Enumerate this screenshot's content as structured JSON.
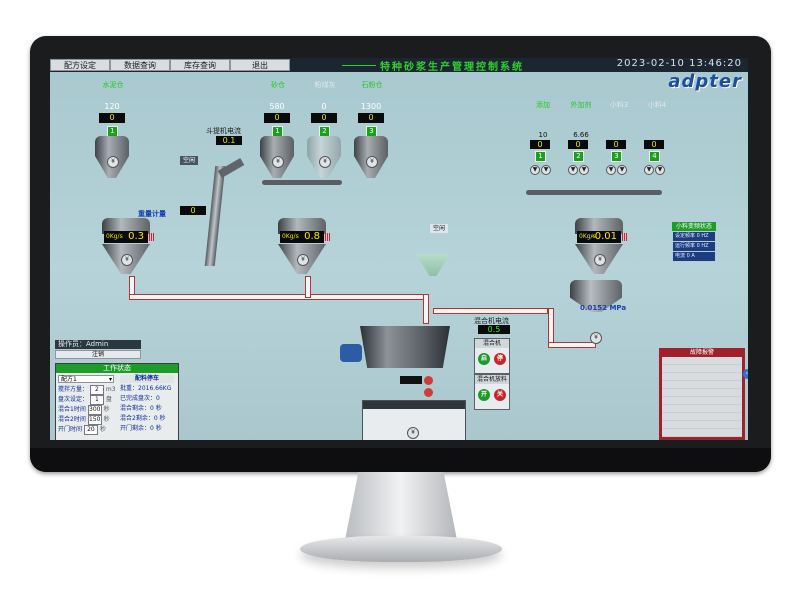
{
  "menu": [
    "配方设定",
    "数据查询",
    "库存查询",
    "退出"
  ],
  "header": {
    "system_title": "特种砂浆生产管理控制系统",
    "datetime": "2023-02-10 13:46:20",
    "logo": "adpter"
  },
  "silos_top": [
    {
      "label": "水泥仓",
      "value": "120",
      "reading": "0",
      "index": "1"
    },
    {
      "label": "砂仓",
      "value": "580",
      "reading": "0",
      "index": "1"
    },
    {
      "label": "粉煤灰",
      "value": "0",
      "reading": "0",
      "index": "2"
    },
    {
      "label": "石粉仓",
      "value": "1300",
      "reading": "0",
      "index": "3"
    }
  ],
  "small_silos": [
    {
      "label": "添加",
      "value": "10",
      "reading": "0",
      "index": "1"
    },
    {
      "label": "外加剂",
      "value": "6.66",
      "reading": "0",
      "index": "2"
    },
    {
      "label": "小料3",
      "value": "",
      "reading": "0",
      "index": "3"
    },
    {
      "label": "小料4",
      "value": "",
      "reading": "0",
      "index": "4"
    }
  ],
  "elevator": {
    "label": "斗提机电流",
    "value": "0.1"
  },
  "status_idle": "空闲",
  "small_display": "0",
  "weigh_label": "重量计量",
  "hoppers": [
    {
      "unit": "0Kg/s",
      "value": "0.3"
    },
    {
      "unit": "0Kg/s",
      "value": "0.8"
    },
    {
      "unit": "0Kg/s",
      "value": "-0.01"
    }
  ],
  "pressure": "0.0152 MPa",
  "mixer": {
    "current_label": "混合机电流",
    "current_value": "0.5",
    "mixer_ctrl_title": "混合机",
    "start": "启",
    "stop": "停",
    "discharge_title": "混合机放料",
    "open": "开",
    "close": "关"
  },
  "operator": "操作员：Admin",
  "logout": "注销",
  "work": {
    "title": "工作状态",
    "recipe": "配方1",
    "status": "配料停车",
    "rows": [
      {
        "label": "搅拌方量：",
        "value": "2",
        "unit": "m3",
        "right": "批重：2016.66KG"
      },
      {
        "label": "盘次设定：",
        "value": "1",
        "unit": "盘",
        "right": "已完成盘次：0"
      },
      {
        "label": "混合1时间",
        "value": "300",
        "unit": "秒",
        "right": "混合剩余：0 秒"
      },
      {
        "label": "混合2时间",
        "value": "150",
        "unit": "秒",
        "right": "混合2剩余：0 秒"
      },
      {
        "label": "开门时间",
        "value": "20",
        "unit": "秒",
        "right": "开门剩余：0 秒"
      }
    ]
  },
  "vfd": {
    "title": "小料变频状态",
    "rows": [
      "设定频率 0 HZ",
      "运行频率 0 HZ",
      "电流 0 A"
    ]
  },
  "alarm": {
    "title": "故障报警"
  }
}
